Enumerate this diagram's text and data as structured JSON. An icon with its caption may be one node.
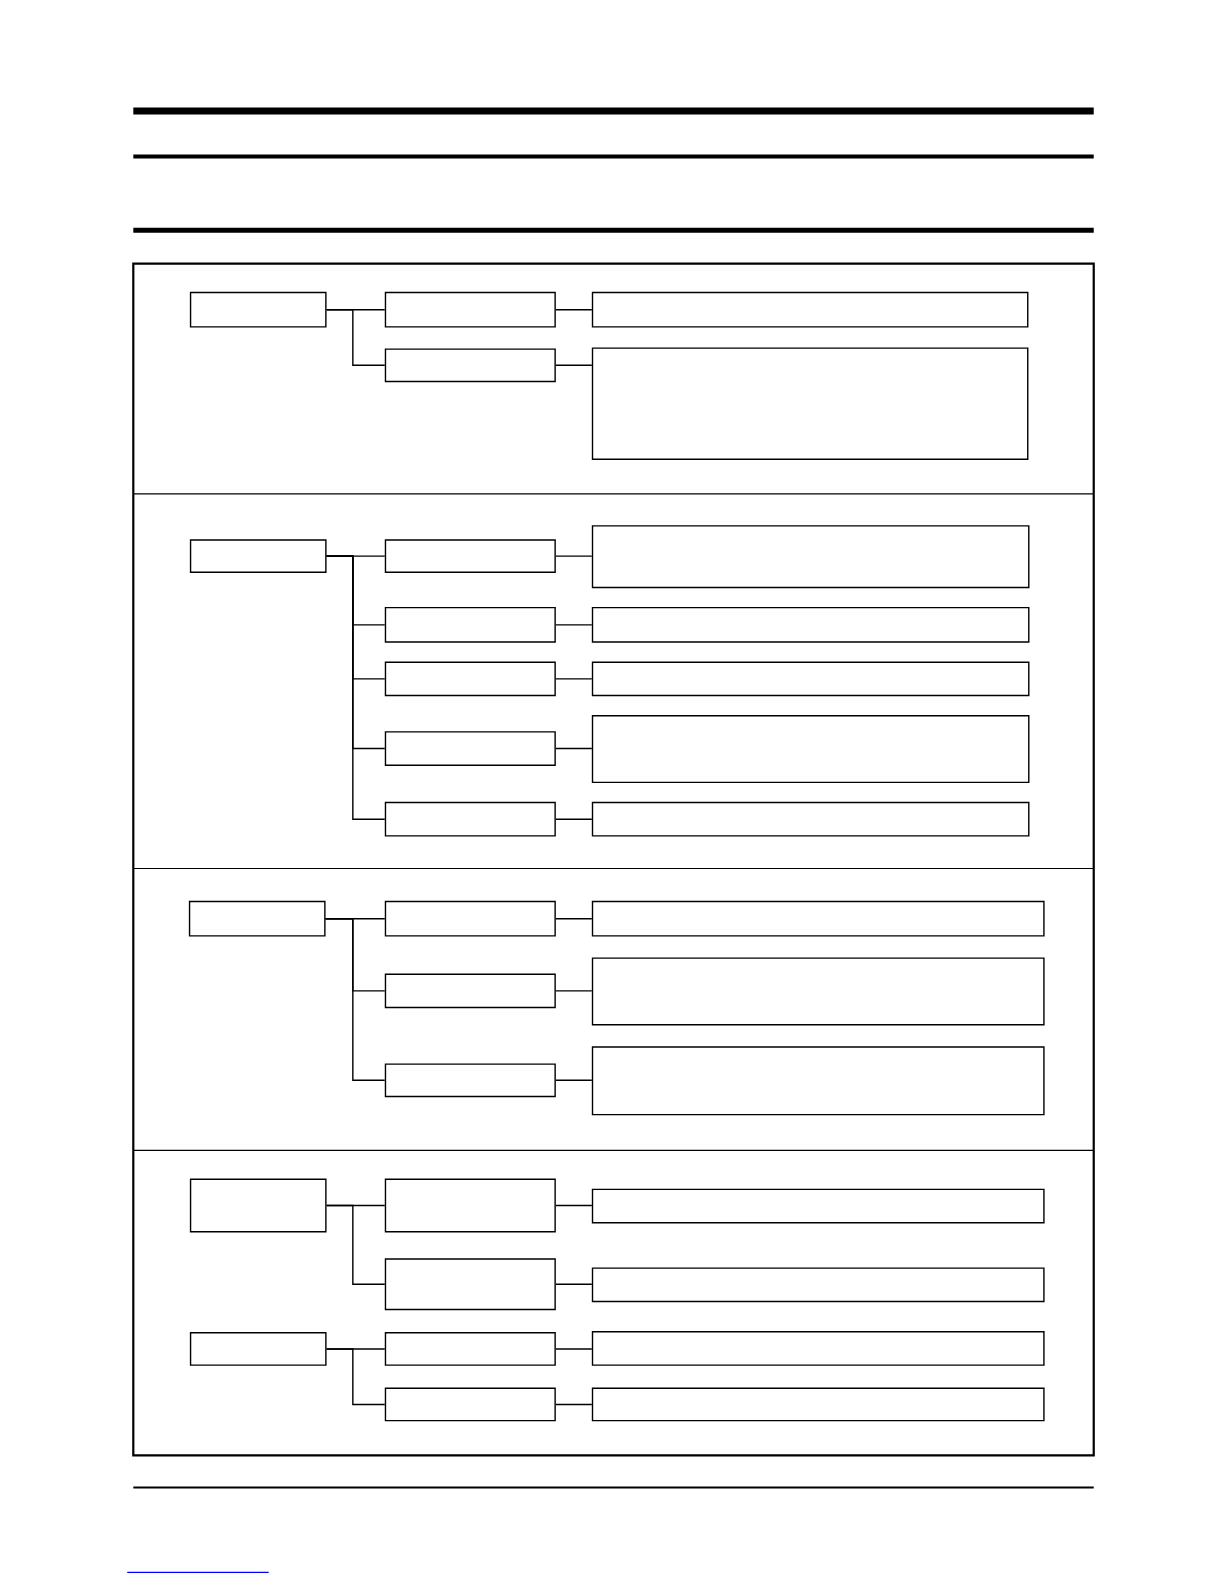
{
  "diagram": {
    "nodes": [
      {
        "text": [],
        "shape": "box"
      },
      {
        "text": [],
        "shape": "box"
      },
      {
        "text": [],
        "shape": "box"
      },
      {
        "text": [],
        "shape": "box"
      },
      {
        "text": [],
        "shape": "box"
      },
      {
        "text": [],
        "shape": "box"
      },
      {
        "text": [],
        "shape": "box"
      },
      {
        "text": [],
        "shape": "box"
      },
      {
        "text": [],
        "shape": "box"
      },
      {
        "text": [],
        "shape": "box"
      },
      {
        "text": [],
        "shape": "box"
      },
      {
        "text": [],
        "shape": "box"
      },
      {
        "text": [],
        "shape": "box"
      },
      {
        "text": [],
        "shape": "box"
      },
      {
        "text": [],
        "shape": "box"
      },
      {
        "text": [],
        "shape": "box"
      },
      {
        "text": [],
        "shape": "box"
      },
      {
        "text": [],
        "shape": "box"
      },
      {
        "text": [],
        "shape": "box"
      },
      {
        "text": [],
        "shape": "box"
      },
      {
        "text": [],
        "shape": "box"
      },
      {
        "text": [],
        "shape": "box"
      },
      {
        "text": [],
        "shape": "box"
      },
      {
        "text": [],
        "shape": "box"
      },
      {
        "text": [],
        "shape": "box"
      },
      {
        "text": [],
        "shape": "box"
      },
      {
        "text": [],
        "shape": "box"
      },
      {
        "text": [],
        "shape": "box"
      },
      {
        "text": [],
        "shape": "box"
      },
      {
        "text": [],
        "shape": "box"
      },
      {
        "text": [],
        "shape": "box"
      },
      {
        "text": [],
        "shape": "box"
      },
      {
        "text": [],
        "shape": "box"
      }
    ],
    "edges": [
      {
        "from": 0,
        "to": 1,
        "arrow": "none"
      },
      {
        "from": 1,
        "to": 2,
        "arrow": "none"
      },
      {
        "from": 0,
        "to": 3,
        "arrow": "none"
      },
      {
        "from": 3,
        "to": 4,
        "arrow": "none"
      },
      {
        "from": 5,
        "to": 6,
        "arrow": "none"
      },
      {
        "from": 6,
        "to": 7,
        "arrow": "none"
      },
      {
        "from": 5,
        "to": 8,
        "arrow": "none"
      },
      {
        "from": 8,
        "to": 9,
        "arrow": "none"
      },
      {
        "from": 5,
        "to": 10,
        "arrow": "none"
      },
      {
        "from": 10,
        "to": 11,
        "arrow": "none"
      },
      {
        "from": 5,
        "to": 12,
        "arrow": "none"
      },
      {
        "from": 12,
        "to": 13,
        "arrow": "none"
      },
      {
        "from": 5,
        "to": 14,
        "arrow": "none"
      },
      {
        "from": 14,
        "to": 15,
        "arrow": "none"
      },
      {
        "from": 16,
        "to": 17,
        "arrow": "none"
      },
      {
        "from": 17,
        "to": 18,
        "arrow": "none"
      },
      {
        "from": 16,
        "to": 19,
        "arrow": "none"
      },
      {
        "from": 19,
        "to": 20,
        "arrow": "none"
      },
      {
        "from": 16,
        "to": 21,
        "arrow": "none"
      },
      {
        "from": 21,
        "to": 22,
        "arrow": "none"
      },
      {
        "from": 23,
        "to": 24,
        "arrow": "none"
      },
      {
        "from": 24,
        "to": 25,
        "arrow": "none"
      },
      {
        "from": 23,
        "to": 26,
        "arrow": "none"
      },
      {
        "from": 26,
        "to": 27,
        "arrow": "none"
      },
      {
        "from": 28,
        "to": 29,
        "arrow": "none"
      },
      {
        "from": 29,
        "to": 30,
        "arrow": "none"
      },
      {
        "from": 28,
        "to": 31,
        "arrow": "none"
      },
      {
        "from": 31,
        "to": 32,
        "arrow": "none"
      }
    ]
  }
}
